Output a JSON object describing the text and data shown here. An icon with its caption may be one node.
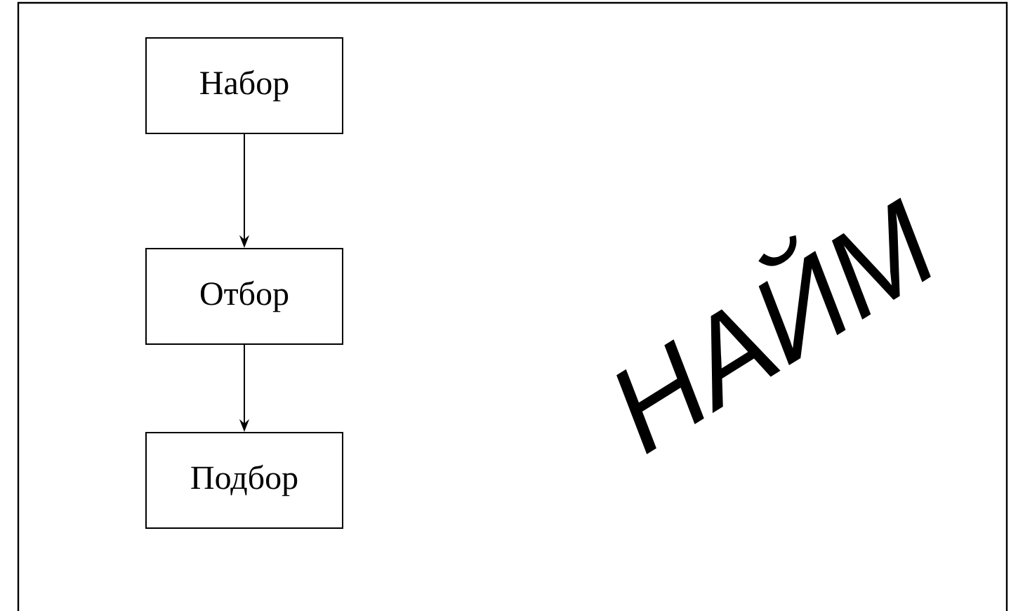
{
  "diagram": {
    "title": "НАЙМ",
    "nodes": [
      {
        "text": [
          "Набор"
        ]
      },
      {
        "text": [
          "Отбор"
        ]
      },
      {
        "text": [
          "Подбор"
        ]
      }
    ],
    "edges": [
      {
        "from": 0,
        "to": 1,
        "arrow": "to"
      },
      {
        "from": 1,
        "to": 2,
        "arrow": "to"
      }
    ]
  }
}
